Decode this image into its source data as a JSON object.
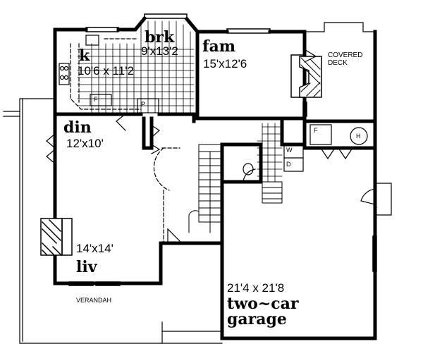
{
  "rooms": {
    "brk": {
      "name": "brk",
      "size": "9'x13'2"
    },
    "kitchen": {
      "name": "k",
      "size": "10'6 x 11'2"
    },
    "fam": {
      "name": "fam",
      "size": "15'x12'6"
    },
    "din": {
      "name": "din",
      "size": "12'x10'"
    },
    "liv": {
      "name": "liv",
      "size": "14'x14'"
    },
    "garage": {
      "name_line1": "two~car",
      "name_line2": "garage",
      "size": "21'4 x 21'8"
    }
  },
  "labels": {
    "covered_deck_1": "COVERED",
    "covered_deck_2": "DECK",
    "verandah": "VERANDAH",
    "fridge": "F",
    "pantry": "P",
    "furnace": "F",
    "heater": "H",
    "washer": "W",
    "dryer": "D"
  },
  "colors": {
    "ink": "#000000",
    "background": "#ffffff"
  }
}
